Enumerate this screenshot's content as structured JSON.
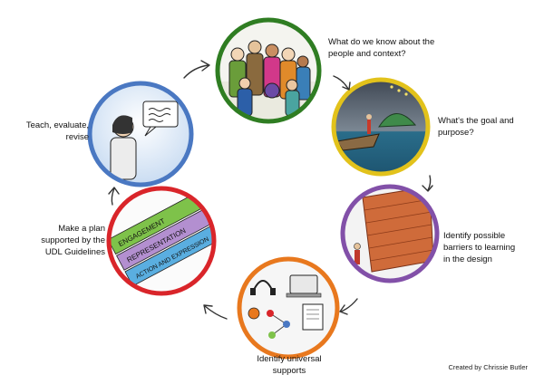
{
  "steps": [
    {
      "id": "people",
      "lines": [
        "What do we know about the",
        "people and context?"
      ],
      "ring_color": "#2f7d22"
    },
    {
      "id": "goal",
      "lines": [
        "What's the goal and",
        "purpose?"
      ],
      "ring_color": "#e2c21b"
    },
    {
      "id": "barriers",
      "lines": [
        "Identify possible",
        "barriers to learning",
        "in the design"
      ],
      "ring_color": "#8250a8"
    },
    {
      "id": "supports",
      "lines": [
        "Identify universal",
        "supports"
      ],
      "ring_color": "#e8781e"
    },
    {
      "id": "plan",
      "lines": [
        "Make a plan",
        "supported by the",
        "UDL Guidelines"
      ],
      "ring_color": "#d9252a",
      "bands": [
        "ENGAGEMENT",
        "REPRESENTATION",
        "ACTION AND EXPRESSION"
      ],
      "band_colors": [
        "#7ec24a",
        "#b38fd0",
        "#5aaee0"
      ]
    },
    {
      "id": "teach",
      "lines": [
        "Teach, evaluate,",
        "revise"
      ],
      "ring_color": "#4a78c2"
    }
  ],
  "credit": "Created by Chrissie Butler"
}
